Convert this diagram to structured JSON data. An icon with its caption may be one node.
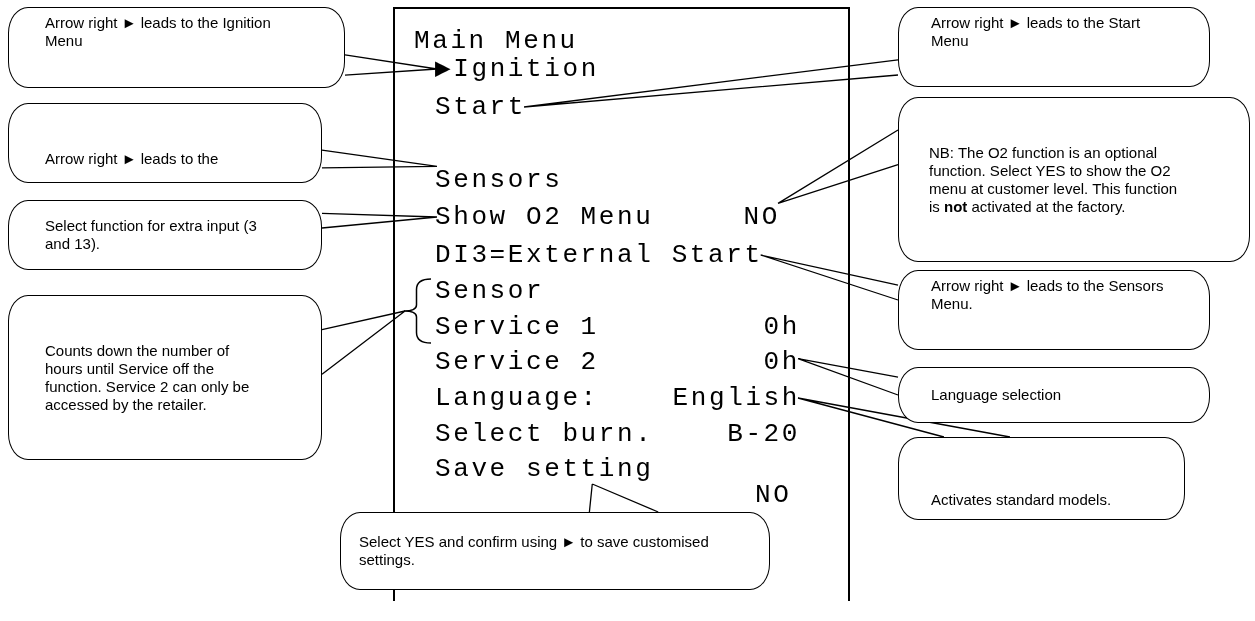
{
  "diagram": {
    "nodes": [
      {
        "text": [
          "Main Menu"
        ]
      },
      {
        "text": [
          "▶Ignition"
        ],
        "in": 0
      },
      {
        "text": [
          "Start"
        ],
        "in": 0
      },
      {
        "text": [
          "Sensors"
        ],
        "in": 0
      },
      {
        "text": [
          "Show O2 Menu",
          "NO"
        ],
        "in": 0
      },
      {
        "text": [
          "DI3=External Start"
        ],
        "in": 0
      },
      {
        "text": [],
        "shape": "brace",
        "in": 0
      },
      {
        "text": [
          "Sensor"
        ],
        "in": 0
      },
      {
        "text": [
          "Service 1",
          "0h"
        ],
        "in": 0
      },
      {
        "text": [
          "Service 2",
          "0h"
        ],
        "in": 0
      },
      {
        "text": [
          "Language:",
          "English"
        ],
        "in": 0
      },
      {
        "text": [
          "Select burn.",
          "B-20"
        ],
        "in": 0
      },
      {
        "text": [
          "Save setting"
        ],
        "in": 0
      },
      {
        "text": [
          "Arrow right ► leads to the Ignition Menu"
        ]
      },
      {
        "text": [
          "Arrow right ► leads to the"
        ]
      },
      {
        "text": [
          "Select function for extra input (3 and 13)."
        ]
      },
      {
        "text": [
          "Counts down the number of hours until Service off the function. Service 2 can only be accessed by the retailer."
        ]
      },
      {
        "text": [
          "Arrow right ► leads to the Start Menu"
        ]
      },
      {
        "text": [
          "NB: The O2 function is an optional function. Select YES to show the O2 menu at customer level. This function is **not** activated at the factory."
        ]
      },
      {
        "text": [
          "Arrow right ► leads to the Sensors Menu."
        ]
      },
      {
        "text": [
          "Language selection"
        ]
      },
      {
        "text": [
          "Activates standard models."
        ]
      },
      {
        "text": [
          "Select YES and confirm using ► to save customised settings."
        ]
      }
    ],
    "edges": [
      {
        "from": 13,
        "to": 1,
        "arrow": "none"
      },
      {
        "from": 14,
        "to": 3,
        "arrow": "none"
      },
      {
        "from": 15,
        "to": 4,
        "arrow": "none"
      },
      {
        "from": 16,
        "to": 6,
        "arrow": "none"
      },
      {
        "from": 17,
        "to": 2,
        "arrow": "none"
      },
      {
        "from": 18,
        "to": 4,
        "arrow": "none"
      },
      {
        "from": 19,
        "to": 5,
        "arrow": "none"
      },
      {
        "from": 20,
        "to": 9,
        "arrow": "none"
      },
      {
        "from": 21,
        "to": 10,
        "arrow": "none"
      },
      {
        "from": 22,
        "to": 12,
        "arrow": "none"
      }
    ],
    "labels": [
      "NO"
    ]
  }
}
